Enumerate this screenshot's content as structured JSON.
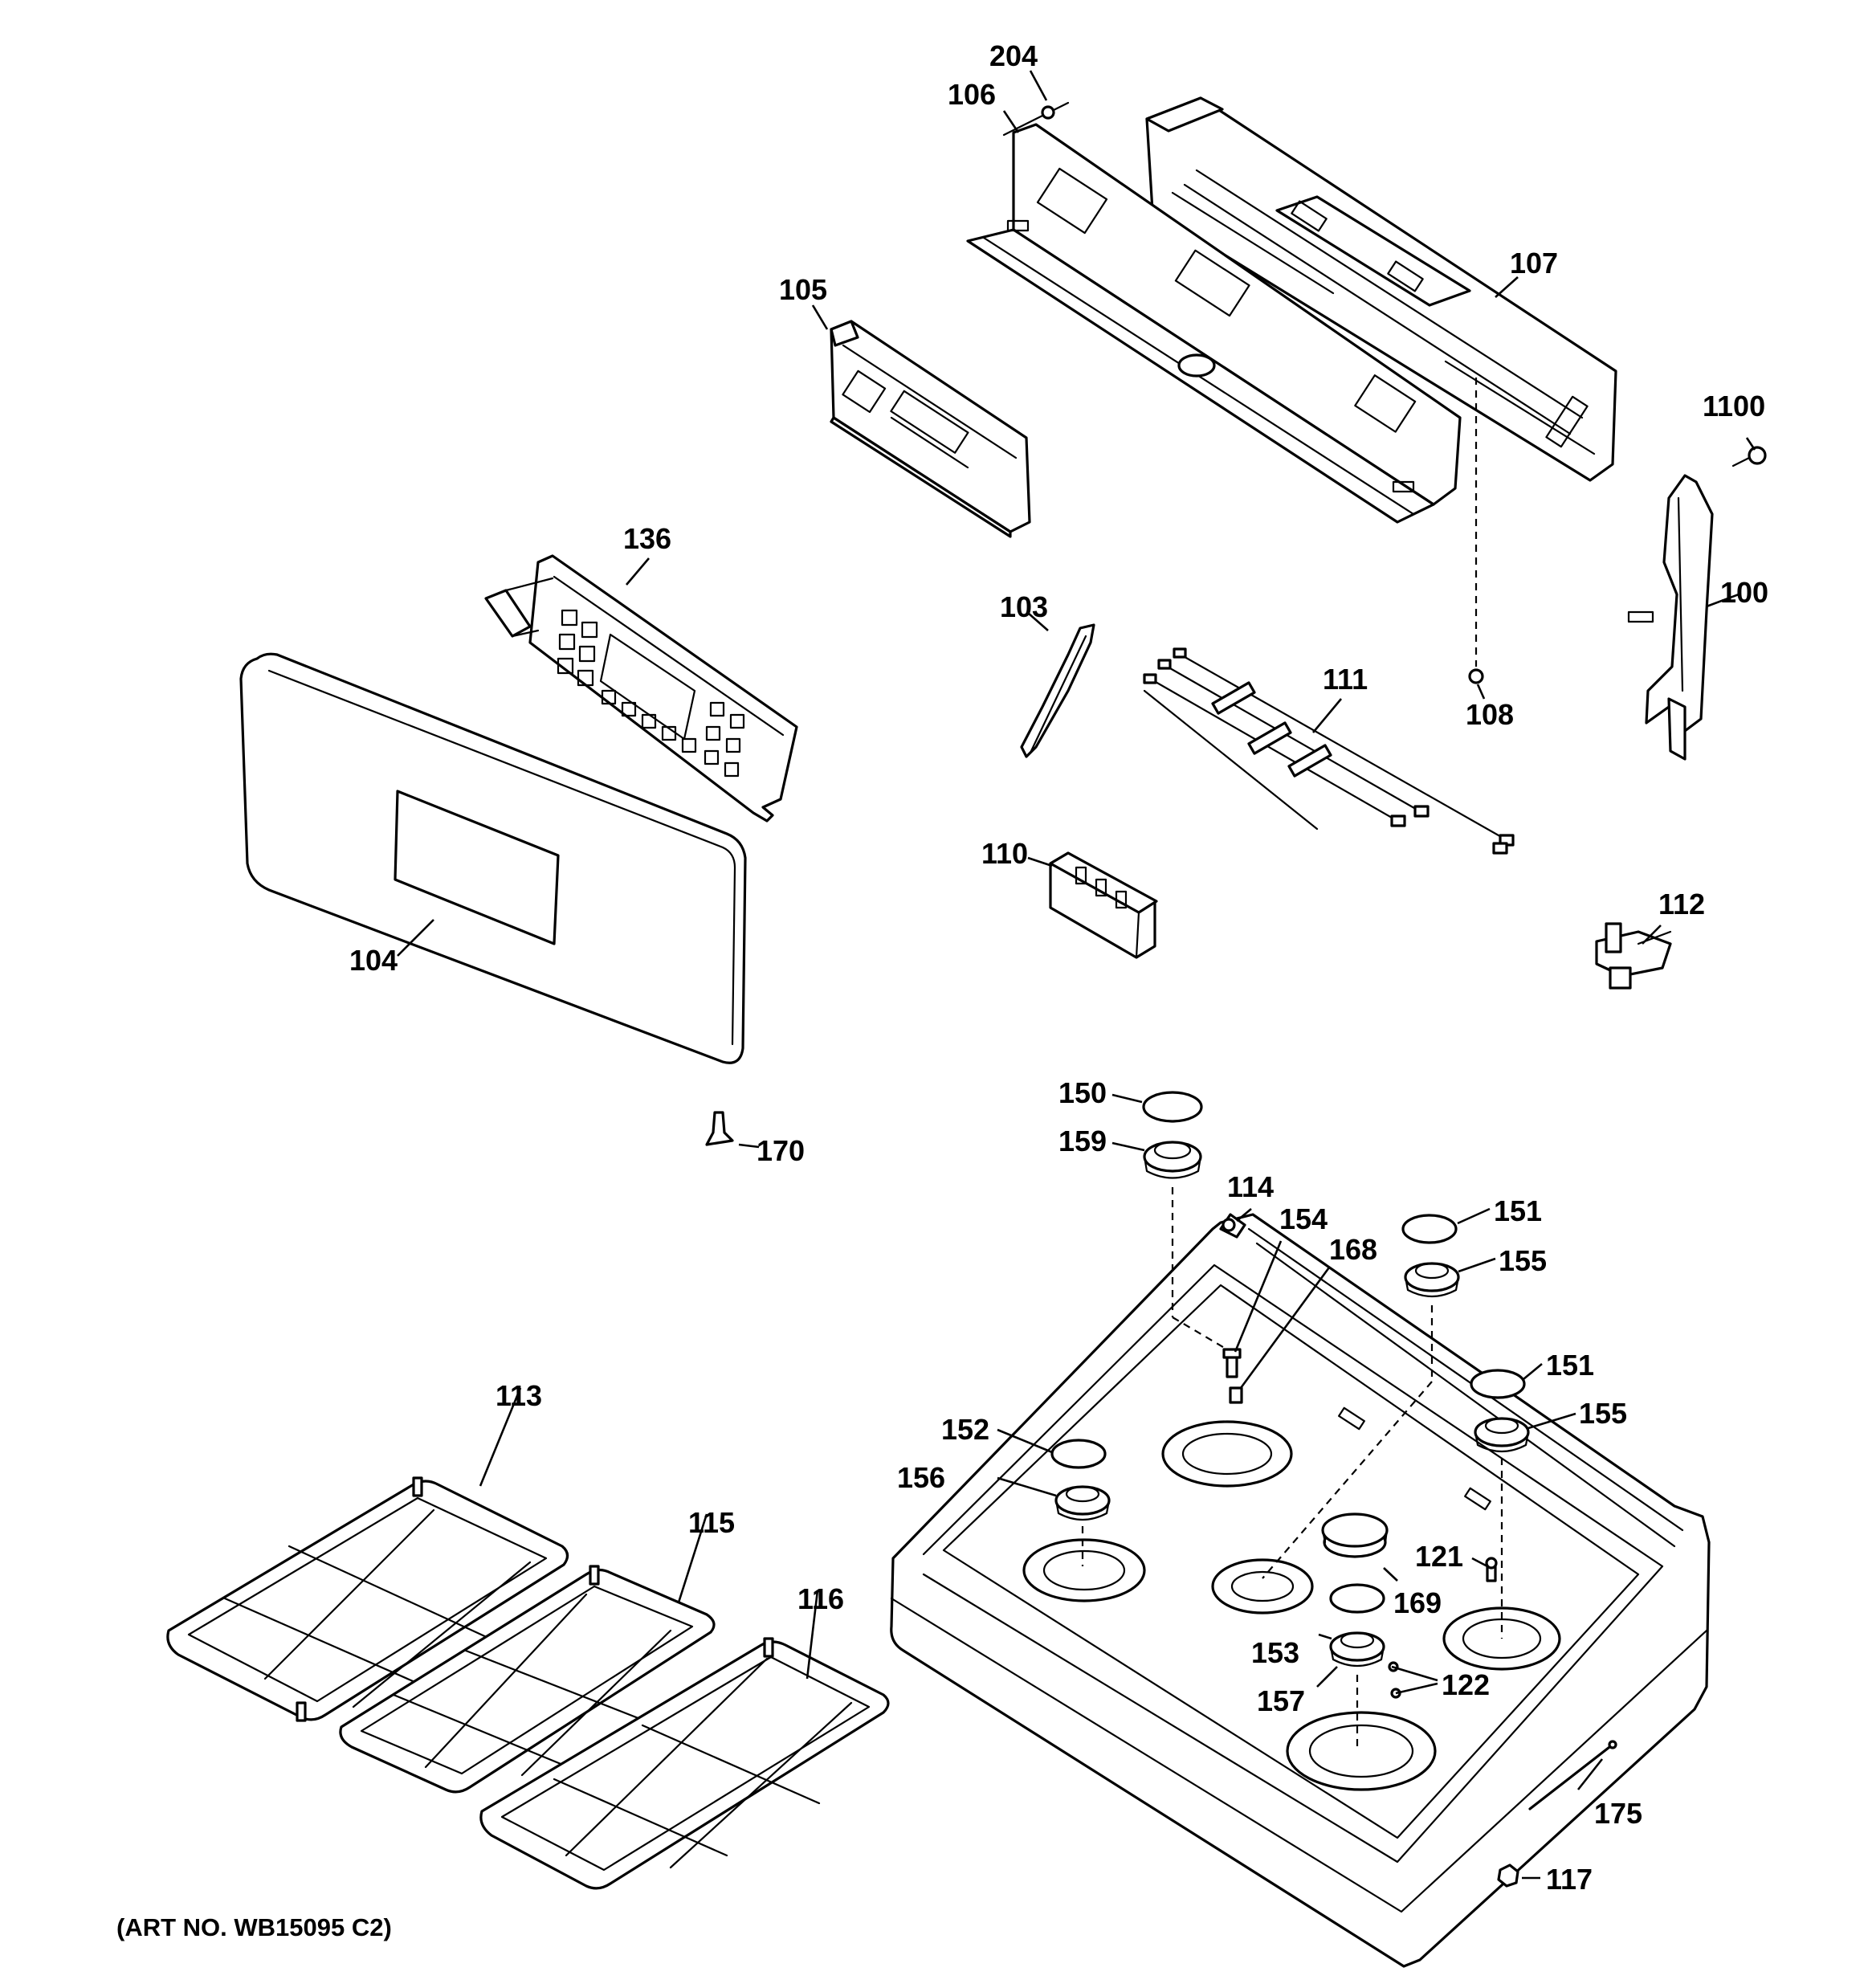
{
  "callouts": {
    "c100": "100",
    "c103": "103",
    "c104": "104",
    "c105": "105",
    "c106": "106",
    "c107": "107",
    "c108": "108",
    "c110": "110",
    "c111": "111",
    "c112": "112",
    "c113": "113",
    "c114": "114",
    "c115": "115",
    "c116": "116",
    "c117": "117",
    "c121": "121",
    "c122": "122",
    "c136": "136",
    "c150": "150",
    "c151a": "151",
    "c151b": "151",
    "c152": "152",
    "c153": "153",
    "c154": "154",
    "c155a": "155",
    "c155b": "155",
    "c156": "156",
    "c157": "157",
    "c159": "159",
    "c168": "168",
    "c169": "169",
    "c170": "170",
    "c175": "175",
    "c204": "204",
    "c1100": "1100"
  },
  "art_number": "(ART NO. WB15095 C2)"
}
